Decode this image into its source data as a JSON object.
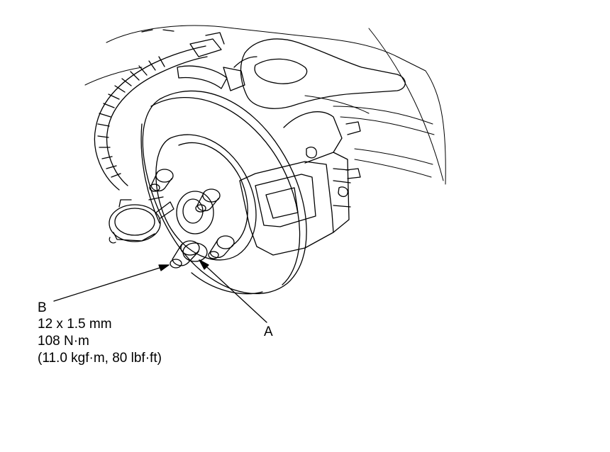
{
  "labels": {
    "a": "A",
    "b": "B"
  },
  "spec": {
    "thread": "12 x 1.5 mm",
    "torque_nm": "108 N·m",
    "torque_alt": "(11.0 kgf·m, 80 lbf·ft)"
  },
  "colors": {
    "line": "#000000",
    "background": "#ffffff"
  }
}
